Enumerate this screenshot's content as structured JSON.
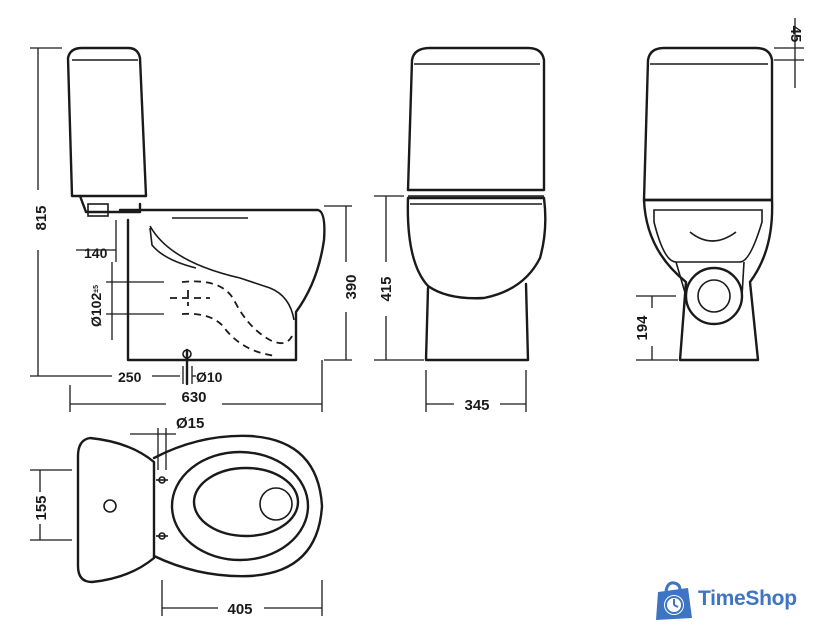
{
  "dimensions": {
    "overall_height": "815",
    "cistern_offset": "140",
    "outlet_diameter": "Ø102",
    "outlet_diameter_tolerance": "±5",
    "outlet_height": "390",
    "outlet_from_wall": "250",
    "fixing_hole_diameter": "Ø10",
    "overall_depth": "630",
    "seat_height": "415",
    "pan_width": "345",
    "lid_thickness": "45",
    "outlet_center_height": "194",
    "seat_fixing_diameter": "Ø15",
    "tank_fixing_spacing": "155",
    "fixing_to_front": "405"
  },
  "watermark": {
    "brand": "TimeShop",
    "brand_color": "#3e74c4",
    "icon": "shopping-bag-clock-icon"
  }
}
